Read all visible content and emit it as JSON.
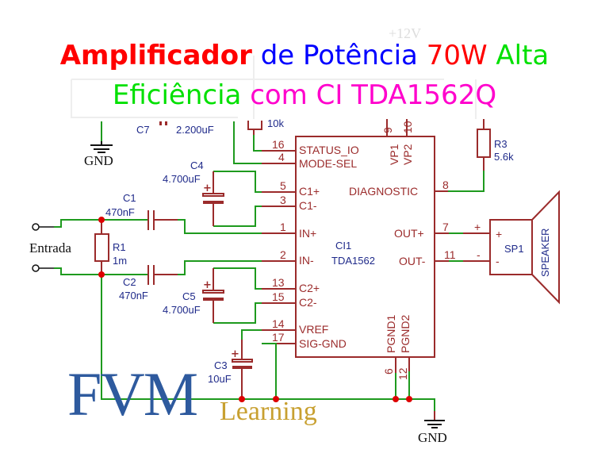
{
  "title": {
    "line1": [
      {
        "text": "Amplificador",
        "color": "#ff0000"
      },
      {
        "text": " de Potência ",
        "color": "#0000ff"
      },
      {
        "text": "70W ",
        "color": "#ff0000"
      },
      {
        "text": "Alta",
        "color": "#00e000"
      }
    ],
    "line2": [
      {
        "text": "Eficiência ",
        "color": "#00e000"
      },
      {
        "text": "com CI TDA1562Q",
        "color": "#ff00cc"
      }
    ]
  },
  "faded": {
    "supply": "+12V",
    "r2_value": "10k"
  },
  "ic": {
    "ref": "CI1",
    "part": "TDA1562",
    "left_pins": [
      {
        "num": "16",
        "name": "STATUS_IO"
      },
      {
        "num": "4",
        "name": "MODE-SEL"
      },
      {
        "num": "5",
        "name": "C1+"
      },
      {
        "num": "3",
        "name": "C1-"
      },
      {
        "num": "1",
        "name": "IN+"
      },
      {
        "num": "2",
        "name": "IN-"
      },
      {
        "num": "13",
        "name": "C2+"
      },
      {
        "num": "15",
        "name": "C2-"
      },
      {
        "num": "14",
        "name": "VREF"
      },
      {
        "num": "17",
        "name": "SIG-GND"
      }
    ],
    "right_pins": [
      {
        "num": "8",
        "name": "DIAGNOSTIC"
      },
      {
        "num": "7",
        "name": "OUT+"
      },
      {
        "num": "11",
        "name": "OUT-"
      }
    ],
    "top_pins": [
      {
        "num": "9",
        "name": "VP1"
      },
      {
        "num": "10",
        "name": "VP2"
      }
    ],
    "bottom_pins": [
      {
        "num": "6",
        "name": "PGND1"
      },
      {
        "num": "12",
        "name": "PGND2"
      }
    ]
  },
  "components": {
    "c1": {
      "ref": "C1",
      "value": "470nF"
    },
    "c2": {
      "ref": "C2",
      "value": "470nF"
    },
    "c3": {
      "ref": "C3",
      "value": "10uF"
    },
    "c4": {
      "ref": "C4",
      "value": "4.700uF"
    },
    "c5": {
      "ref": "C5",
      "value": "4.700uF"
    },
    "c7": {
      "ref": "C7",
      "value": "2.200uF"
    },
    "r1": {
      "ref": "R1",
      "value": "1m"
    },
    "r3": {
      "ref": "R3",
      "value": "5.6k"
    },
    "sp1": {
      "ref": "SP1",
      "type": "SPEAKER",
      "plus": "+",
      "minus": "-"
    }
  },
  "input_label": "Entrada",
  "gnd_label": "GND",
  "logo": {
    "main": "FVM",
    "sub": "Learning"
  }
}
